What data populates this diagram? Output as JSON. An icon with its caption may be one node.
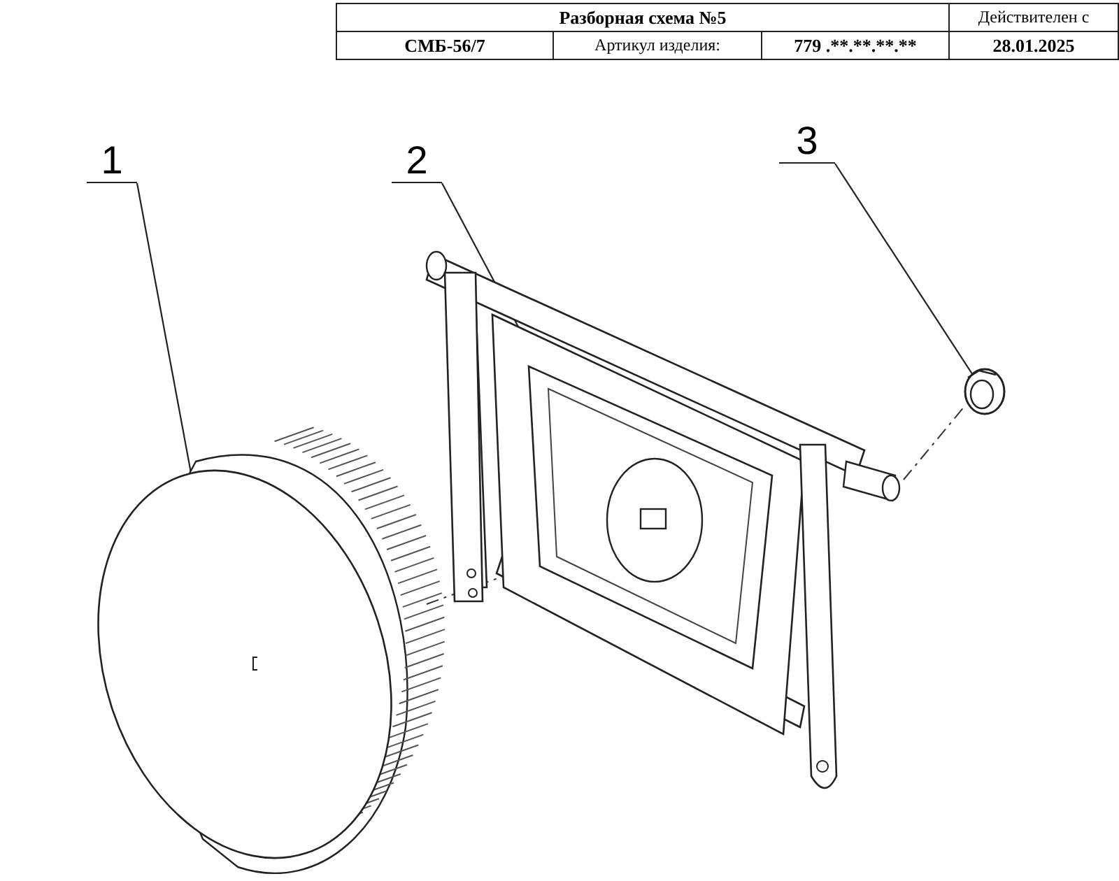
{
  "diagram": {
    "title": "Разборная схема №5",
    "nodes": [
      {
        "text": [
          "1"
        ]
      },
      {
        "text": [
          "2"
        ]
      },
      {
        "text": [
          "3"
        ]
      },
      {
        "text": [],
        "shape": "picture"
      },
      {
        "text": [],
        "shape": "picture"
      },
      {
        "text": [],
        "shape": "picture"
      }
    ],
    "edges": [
      {
        "from": 0,
        "to": 3,
        "arrow": "none"
      },
      {
        "from": 1,
        "to": 4,
        "arrow": "none"
      },
      {
        "from": 2,
        "to": 5,
        "arrow": "none"
      },
      {
        "from": 3,
        "to": 4,
        "arrow": "none",
        "style": "dashed"
      },
      {
        "from": 4,
        "to": 5,
        "arrow": "none",
        "style": "dashed"
      }
    ],
    "labels": [
      "Действителен с",
      "СМБ-56/7",
      "Артикул изделия:",
      "779 .**.**.**.**",
      "28.01.2025"
    ]
  }
}
